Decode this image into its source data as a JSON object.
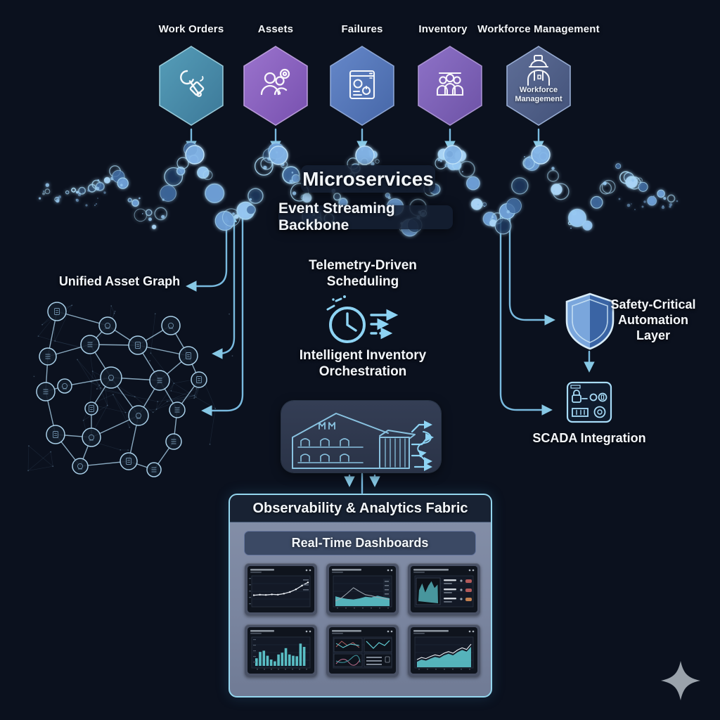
{
  "page": {
    "background": "#0b111e",
    "accent_blue": "#7fc4ea",
    "teal_chart": "#62cfd6"
  },
  "hexagons": [
    {
      "label": "Work Orders",
      "color": "#4f9cba",
      "color2": "#3f7fa0",
      "border": "#a8dcea",
      "icon": "wrench-icon"
    },
    {
      "label": "Assets",
      "color": "#a47ad8",
      "color2": "#7e54b8",
      "border": "#c9aae8",
      "icon": "assets-people-icon"
    },
    {
      "label": "Failures",
      "color": "#6b8fd4",
      "color2": "#4a6cb0",
      "border": "#9ab4e4",
      "icon": "failure-report-icon"
    },
    {
      "label": "Inventory",
      "color": "#9678d2",
      "color2": "#7356ae",
      "border": "#b9a0e0",
      "icon": "inventory-team-icon"
    },
    {
      "label": "Workforce Management",
      "color": "#64749f",
      "color2": "#46567f",
      "border": "#a9c0e8",
      "icon": "worker-icon",
      "inner_text": "Workforce Management"
    }
  ],
  "stream": {
    "title": "Microservices",
    "subtitle": "Event Streaming Backbone"
  },
  "asset_graph": {
    "title": "Unified Asset Graph"
  },
  "scheduling": {
    "title": "Telemetry-Driven Scheduling",
    "icon": "clock-speed-icon"
  },
  "orchestration": {
    "title": "Intelligent Inventory Orchestration",
    "icon": "warehouse-routing-icon"
  },
  "safety": {
    "title": "Safety-Critical Automation Layer",
    "icon": "shield-icon"
  },
  "scada": {
    "title": "SCADA Integration",
    "icon": "control-panel-icon"
  },
  "observability": {
    "title": "Observability & Analytics Fabric",
    "subtitle": "Real-Time Dashboards",
    "dashboards": [
      {
        "type": "line",
        "values": [
          38,
          40,
          39,
          41,
          40,
          44,
          50,
          60,
          74,
          86
        ]
      },
      {
        "type": "area-line",
        "area": [
          34,
          28,
          24,
          22,
          26,
          32,
          30,
          36,
          31,
          27
        ],
        "line": [
          16,
          28,
          46,
          66,
          52,
          40,
          36,
          30,
          26,
          22
        ]
      },
      {
        "type": "list",
        "rows": 3,
        "pill_colors": [
          "#b25a5a",
          "#b25a5a",
          "#c28050"
        ]
      },
      {
        "type": "bars",
        "values": [
          30,
          55,
          60,
          40,
          25,
          18,
          45,
          52,
          70,
          45,
          40,
          38,
          88,
          75
        ]
      },
      {
        "type": "panels",
        "values": [
          52,
          30,
          60,
          42
        ]
      },
      {
        "type": "area-line",
        "area": [
          18,
          26,
          22,
          30,
          36,
          32,
          42,
          48,
          42,
          54,
          62,
          56,
          74
        ],
        "line": [
          26,
          34,
          30,
          38,
          44,
          40,
          50,
          56,
          50,
          62,
          70,
          64,
          84
        ]
      }
    ]
  },
  "decor": {
    "sparkle_icon_color": "#9aa2ab"
  }
}
